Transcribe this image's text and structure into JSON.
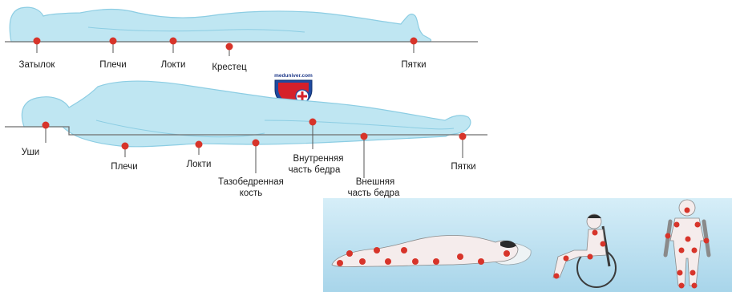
{
  "figure1": {
    "points": [
      {
        "id": "occiput",
        "label": "Затылок"
      },
      {
        "id": "shoulders",
        "label": "Плечи"
      },
      {
        "id": "elbows",
        "label": "Локти"
      },
      {
        "id": "sacrum",
        "label": "Крестец"
      },
      {
        "id": "heels",
        "label": "Пятки"
      }
    ]
  },
  "figure2": {
    "points": [
      {
        "id": "ears",
        "label": "Уши"
      },
      {
        "id": "shoulders",
        "label": "Плечи"
      },
      {
        "id": "elbows",
        "label": "Локти"
      },
      {
        "id": "hip",
        "label_line1": "Тазобедренная",
        "label_line2": "кость"
      },
      {
        "id": "inner-thigh",
        "label_line1": "Внутренняя",
        "label_line2": "часть бедра"
      },
      {
        "id": "outer-thigh",
        "label_line1": "Внешняя",
        "label_line2": "часть бедра"
      },
      {
        "id": "heels",
        "label": "Пятки"
      }
    ]
  },
  "watermark": {
    "text": "meduniver.com"
  },
  "colors": {
    "body_fill": "#bfe6f2",
    "body_stroke": "#8ccde3",
    "marker": "#d7342a",
    "baseline": "#6f6f6f",
    "panel_top": "#cfeaf5",
    "panel_bottom": "#a9d6ea",
    "logo_red": "#d5202a",
    "logo_blue": "#1f4aa0"
  }
}
